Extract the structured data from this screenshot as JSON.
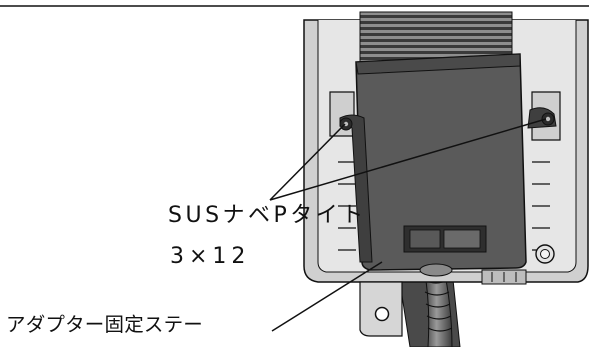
{
  "callouts": {
    "screw_spec_line1": "SUSナベPタイト",
    "screw_spec_line2": "3×12",
    "adapter_stay": "アダプター固定ステー"
  },
  "colors": {
    "line": "#111111",
    "housing": "#d2d2d2",
    "housing_dark": "#8a8a8a",
    "adapter": "#606060",
    "adapter_dark": "#4a4a4a",
    "background": "#ffffff"
  }
}
